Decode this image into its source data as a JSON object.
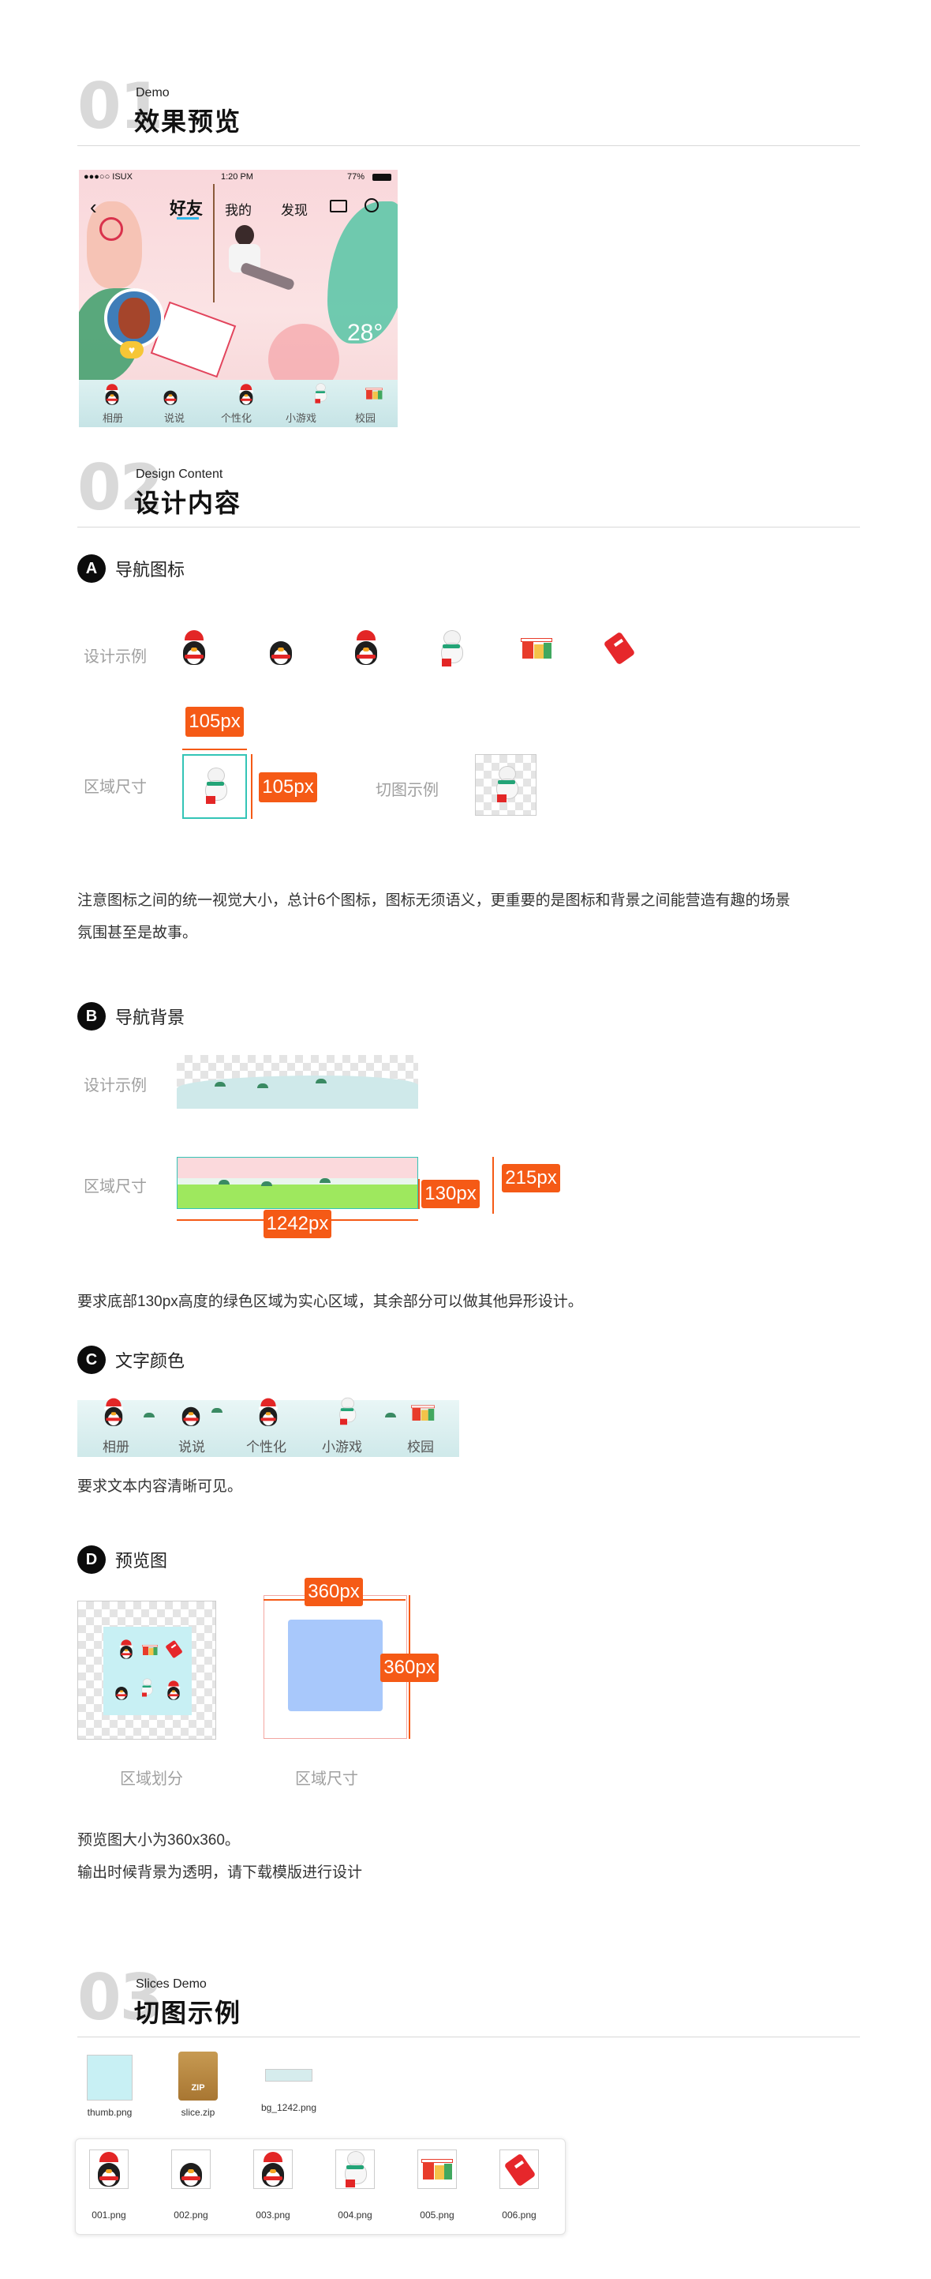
{
  "sections": {
    "s1": {
      "num": "01",
      "en": "Demo",
      "cn": "效果预览"
    },
    "s2": {
      "num": "02",
      "en": "Design Content",
      "cn": "设计内容"
    },
    "s3": {
      "num": "03",
      "en": "Slices Demo",
      "cn": "切图示例"
    }
  },
  "phone": {
    "carrier": "●●●○○ ISUX",
    "time": "1:20 PM",
    "battery": "77%",
    "tabs": [
      "好友",
      "我的",
      "发现"
    ],
    "weather": "28°",
    "nav_labels": [
      "相册",
      "说说",
      "个性化",
      "小游戏",
      "校园"
    ]
  },
  "A": {
    "badge": "A",
    "title": "导航图标",
    "example_label": "设计示例",
    "size_label": "区域尺寸",
    "slice_label": "切图示例",
    "width_tag": "105px",
    "height_tag": "105px",
    "note_line1": "注意图标之间的统一视觉大小，总计6个图标，图标无须语义，更重要的是图标和背景之间能营造有趣的场景",
    "note_line2": "氛围甚至是故事。"
  },
  "B": {
    "badge": "B",
    "title": "导航背景",
    "example_label": "设计示例",
    "size_label": "区域尺寸",
    "height_tag_1": "130px",
    "height_tag_2": "215px",
    "width_tag": "1242px",
    "note": "要求底部130px高度的绿色区域为实心区域，其余部分可以做其他异形设计。"
  },
  "C": {
    "badge": "C",
    "title": "文字颜色",
    "nav_labels": [
      "相册",
      "说说",
      "个性化",
      "小游戏",
      "校园"
    ],
    "note": "要求文本内容清晰可见。"
  },
  "D": {
    "badge": "D",
    "title": "预览图",
    "caption_left": "区域划分",
    "caption_right": "区域尺寸",
    "width_tag": "360px",
    "height_tag": "360px",
    "note_line1": "预览图大小为360x360。",
    "note_line2": "输出时候背景为透明，请下载模版进行设计"
  },
  "files": {
    "top": [
      "thumb.png",
      "slice.zip",
      "bg_1242.png"
    ],
    "zip_label": "ZIP",
    "slices": [
      "001.png",
      "002.png",
      "003.png",
      "004.png",
      "005.png",
      "006.png"
    ]
  },
  "colors": {
    "accent": "#f55a16",
    "nav_green": "#9ee85e",
    "snow_blue": "#cfe9ea",
    "sky_pink": "#fbd9dc",
    "preview_blue": "#a8c8fb"
  }
}
